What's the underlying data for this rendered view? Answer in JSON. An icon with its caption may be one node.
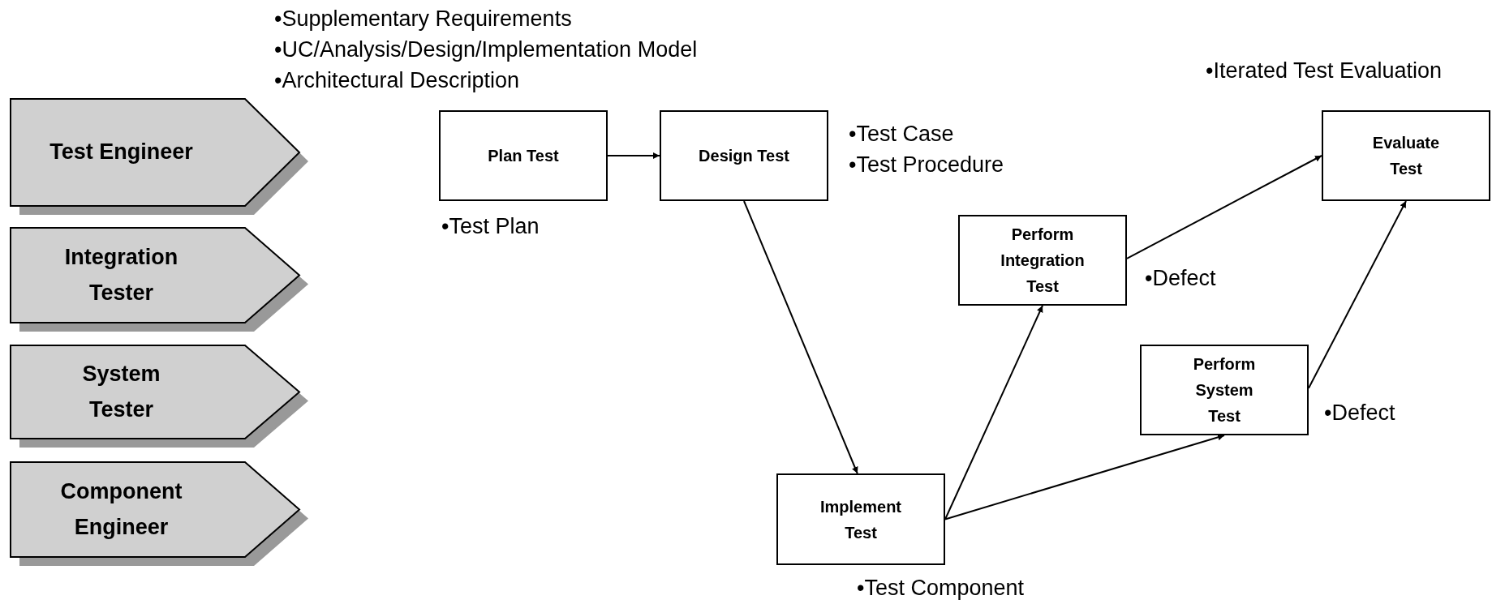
{
  "diagram": {
    "nodes": [
      {
        "text": [
          "Test Engineer"
        ]
      },
      {
        "text": [
          "Integration Tester"
        ]
      },
      {
        "text": [
          "System Tester"
        ]
      },
      {
        "text": [
          "Component Engineer"
        ]
      },
      {
        "text": [
          "Plan Test"
        ],
        "beside": [
          "•Test Plan"
        ]
      },
      {
        "text": [
          "Design Test"
        ],
        "beside": [
          "•Test Case",
          "•Test Procedure"
        ]
      },
      {
        "text": [
          "Implement Test"
        ],
        "beside": [
          "•Test Component"
        ]
      },
      {
        "text": [
          "Perform Integration Test"
        ],
        "beside": [
          "•Defect"
        ]
      },
      {
        "text": [
          "Perform System Test"
        ],
        "beside": [
          "•Defect"
        ]
      },
      {
        "text": [
          "Evaluate Test"
        ],
        "beside": [
          "•Iterated Test Evaluation"
        ]
      }
    ],
    "edges": [
      {
        "from": 4,
        "to": 5,
        "arrow": "to"
      },
      {
        "from": 5,
        "to": 6,
        "arrow": "to"
      },
      {
        "from": 6,
        "to": 7,
        "arrow": "to"
      },
      {
        "from": 6,
        "to": 8,
        "arrow": "to"
      },
      {
        "from": 7,
        "to": 9,
        "arrow": "to"
      },
      {
        "from": 8,
        "to": 9,
        "arrow": "to"
      }
    ],
    "labels": [
      "•Supplementary Requirements",
      "•UC/Analysis/Design/Implementation Model",
      "•Architectural Description"
    ]
  }
}
